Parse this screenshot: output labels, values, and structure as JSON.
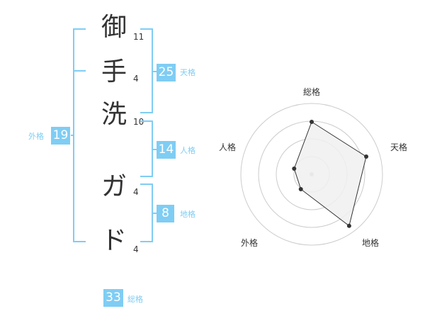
{
  "characters": [
    {
      "char": "御",
      "strokes": "11"
    },
    {
      "char": "手",
      "strokes": "4"
    },
    {
      "char": "洗",
      "strokes": "10"
    },
    {
      "char": "ガ",
      "strokes": "4"
    },
    {
      "char": "ド",
      "strokes": "4"
    }
  ],
  "tenkaku": {
    "value": "25",
    "label": "天格"
  },
  "jinkaku": {
    "value": "14",
    "label": "人格"
  },
  "chikaku": {
    "value": "8",
    "label": "地格"
  },
  "gaikaku": {
    "value": "19",
    "label": "外格"
  },
  "soukaku": {
    "value": "33",
    "label": "総格"
  },
  "radar": {
    "labels": {
      "top": "総格",
      "upper_right": "天格",
      "lower_right": "地格",
      "lower_left": "外格",
      "upper_left": "人格"
    },
    "scores": {
      "soukaku": 0.74,
      "tenkaku": 0.81,
      "chikaku": 0.9,
      "gaikaku": 0.26,
      "jinkaku": 0.26
    },
    "fill_color": "#f0f0f0",
    "line_color": "#333333",
    "ring_color": "#cccccc"
  },
  "colors": {
    "accent": "#7fcdf4",
    "text": "#333333"
  }
}
